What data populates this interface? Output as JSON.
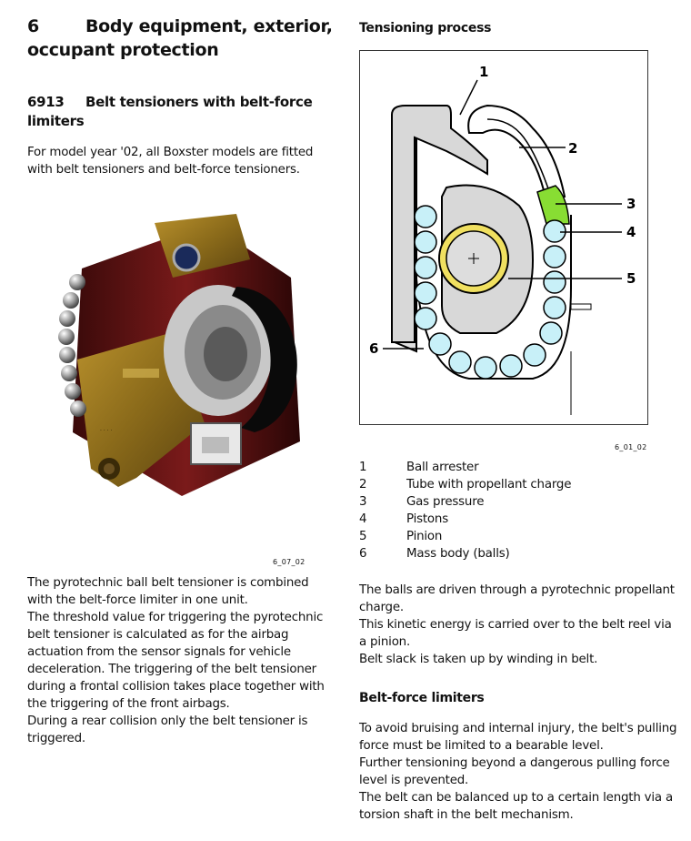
{
  "chapter": {
    "number": "6",
    "title_line1": "Body equipment, exterior,",
    "title_line2": "occupant protection"
  },
  "section": {
    "number": "6913",
    "title_line1": "Belt tensioners with belt-force",
    "title_line2": "limiters"
  },
  "intro": [
    "For model year '02, all Boxster models are fitted",
    "with belt tensioners and belt-force tensioners."
  ],
  "photo": {
    "code": "6_07_02"
  },
  "left_body": [
    "The pyrotechnic ball belt tensioner is combined",
    "with the belt-force limiter in one unit.",
    "The threshold value for triggering the pyrotechnic",
    "belt tensioner is calculated as for the airbag",
    "actuation from the sensor signals for vehicle",
    "deceleration. The triggering of the belt tensioner",
    "during a frontal collision takes place together with",
    "the triggering of the front airbags.",
    "During a rear collision only the belt tensioner is",
    "triggered."
  ],
  "diagram": {
    "heading": "Tensioning process",
    "code": "6_01_02",
    "callouts": [
      "1",
      "2",
      "3",
      "4",
      "5",
      "6"
    ],
    "legend": [
      {
        "num": "1",
        "label": "Ball arrester"
      },
      {
        "num": "2",
        "label": "Tube with propellant charge"
      },
      {
        "num": "3",
        "label": "Gas pressure"
      },
      {
        "num": "4",
        "label": "Pistons"
      },
      {
        "num": "5",
        "label": "Pinion"
      },
      {
        "num": "6",
        "label": "Mass body (balls)"
      }
    ],
    "colors": {
      "balls": "#c8f0f8",
      "gas": "#88dd33",
      "pistons": "#f0e060",
      "frame": "#d8d8d8"
    }
  },
  "right_body": [
    "The balls are driven through a pyrotechnic propellant",
    "charge.",
    "This kinetic energy is carried over to the belt reel via",
    "a pinion.",
    "Belt slack is taken up by winding in belt."
  ],
  "limiters": {
    "heading": "Belt-force limiters",
    "lines": [
      "To avoid bruising and internal injury, the belt's pulling",
      "force must be limited to a bearable level.",
      "Further tensioning beyond a dangerous pulling force",
      "level is prevented.",
      "The belt can be balanced up to a certain length via a",
      "torsion shaft in the belt mechanism."
    ]
  }
}
